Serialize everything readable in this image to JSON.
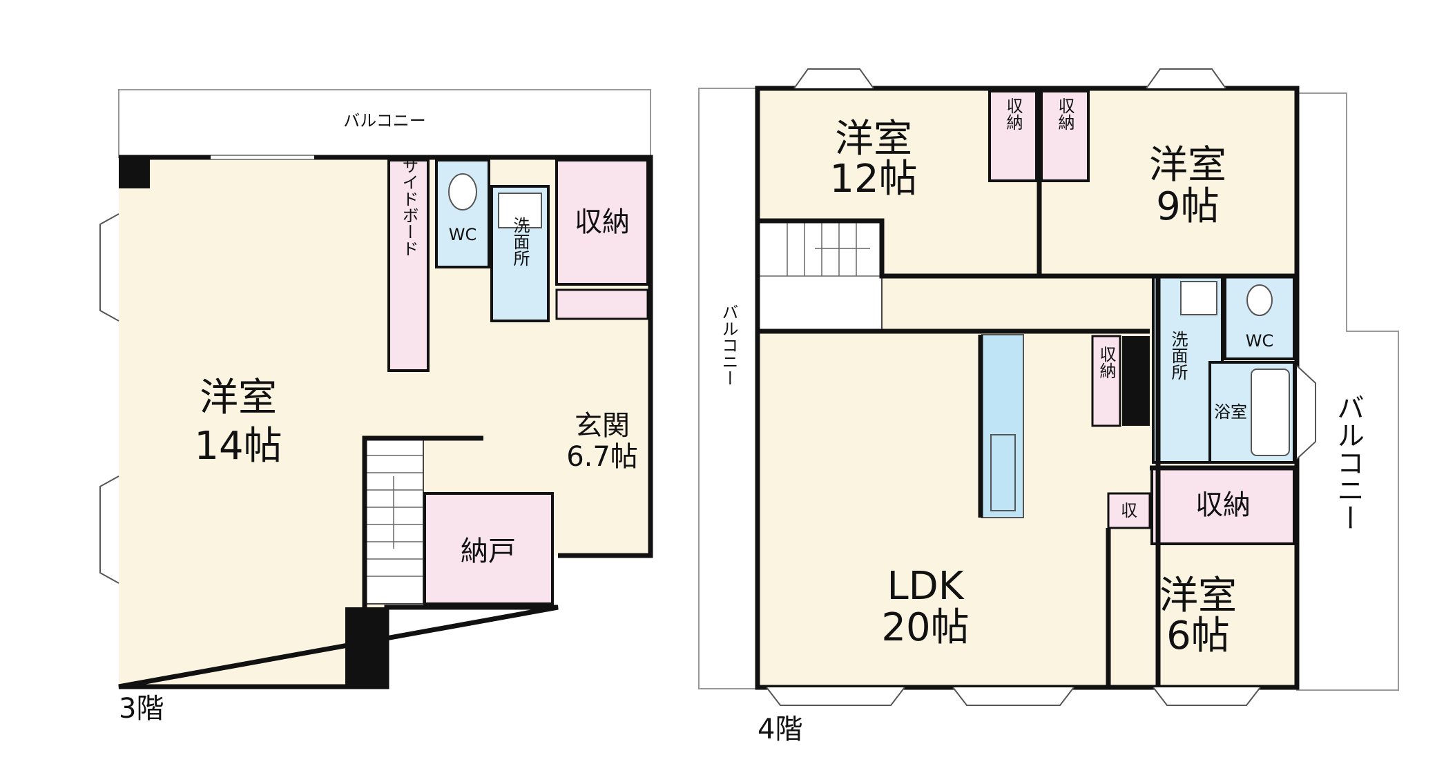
{
  "floor3": {
    "floor_label": "3階",
    "balcony": "バルコニー",
    "western_room": {
      "name": "洋室",
      "size": "14帖"
    },
    "sideboard": "サイドボード",
    "wc": "WC",
    "washroom": "洗面所",
    "storage": "収納",
    "entrance": {
      "name": "玄関",
      "size": "6.7帖"
    },
    "closet": "納戸"
  },
  "floor4": {
    "floor_label": "4階",
    "balcony_left": "バルコニー",
    "balcony_right": "バルコニー",
    "room_12": {
      "name": "洋室",
      "size": "12帖"
    },
    "room_9": {
      "name": "洋室",
      "size": "9帖"
    },
    "room_6": {
      "name": "洋室",
      "size": "6帖"
    },
    "ldk": {
      "name": "LDK",
      "size": "20帖"
    },
    "storage_a": "収納",
    "storage_b": "収納",
    "storage_hall": "収納",
    "storage_big": "収納",
    "storage_small": "収",
    "wc": "WC",
    "washroom": "洗面所",
    "bath": "浴室"
  },
  "colors": {
    "room": "#fbf4e1",
    "storage": "#f9e3ec",
    "wet": "#d4ecf8",
    "wall": "#111111",
    "counter": "#bfe4f5"
  }
}
